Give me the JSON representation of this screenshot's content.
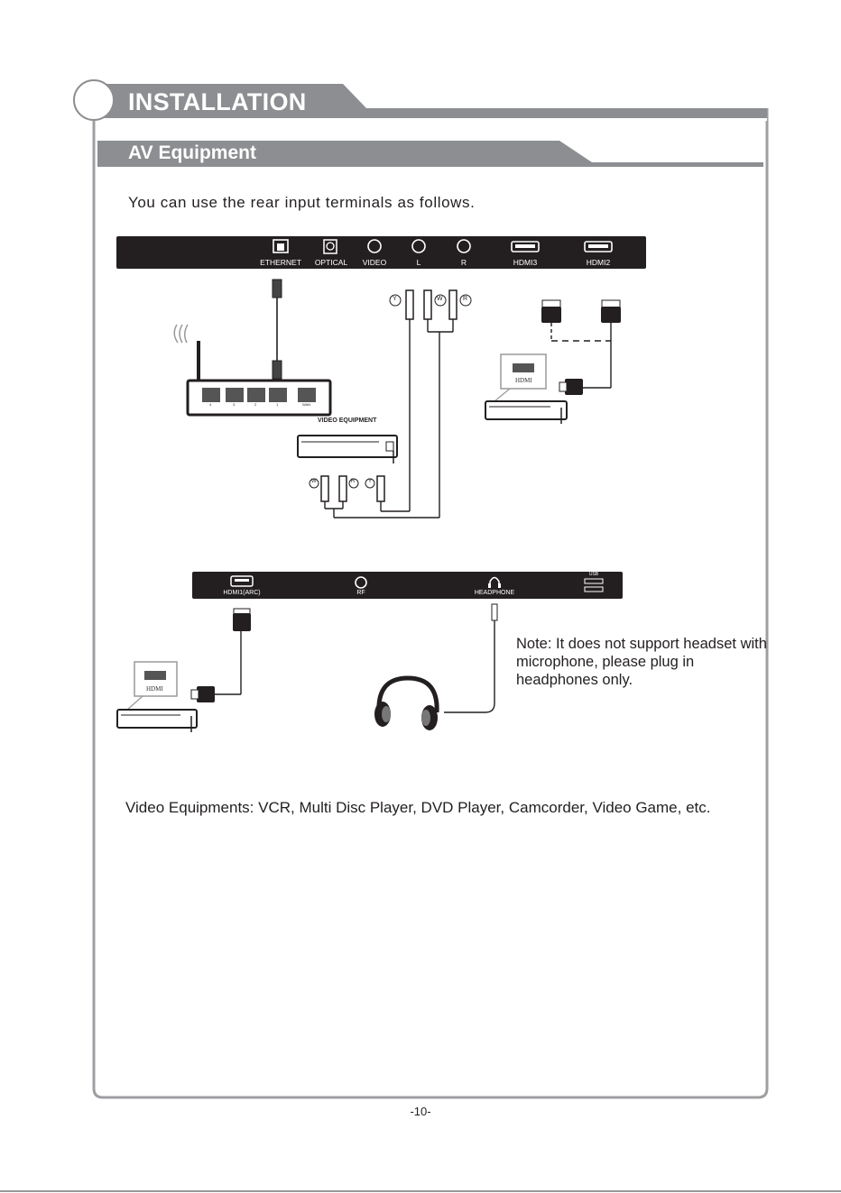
{
  "header": {
    "title": "INSTALLATION",
    "subtitle": "AV Equipment"
  },
  "intro_text": "You can use the rear input terminals as follows.",
  "rear_panel": {
    "ports": [
      "ETHERNET",
      "OPTICAL",
      "VIDEO",
      "L",
      "R",
      "HDMI3",
      "HDMI2"
    ]
  },
  "rca_labels": {
    "top": [
      "Y",
      "W",
      "R"
    ],
    "bottom": [
      "W",
      "R",
      "Y"
    ]
  },
  "router_ports": [
    "4",
    "3",
    "2",
    "1",
    "WAN"
  ],
  "video_equipment_label": "VIDEO EQUIPMENT",
  "hdmi_device_label": "HDMI",
  "side_panel": {
    "ports": [
      "HDMI1(ARC)",
      "RF",
      "HEADPHONE"
    ],
    "usb_label": "USB"
  },
  "note": "Note: It does not support headset with microphone, please plug in headphones only.",
  "footer": "Video Equipments: VCR, Multi Disc Player, DVD Player, Camcorder, Video Game, etc.",
  "page_number": "-10-"
}
